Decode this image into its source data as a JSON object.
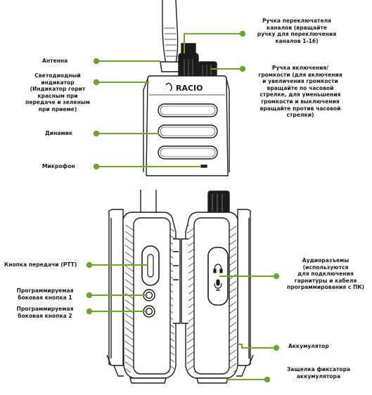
{
  "labels": {
    "antenna": "Антенна",
    "led": [
      "Светодиодный",
      "индикатор",
      "(Индикатор горит",
      "красным при",
      "передаче и зеленым",
      "при приеме)"
    ],
    "speaker": "Динамик",
    "microphone": "Микрофон",
    "channel_knob": [
      "Ручка переключателя",
      "каналов (вращайте",
      "ручку для переключения",
      "каналов 1-16)"
    ],
    "power_knob": [
      "Ручка включения/",
      "громкости (для включения",
      "и увеличения громкости",
      "вращайте по часовой",
      "стрелке, для уменьшения",
      "громкости и выключения",
      "вращайте против часовой",
      "стрелки)"
    ],
    "ptt": "Кнопка передачи (PTT)",
    "side_btn1": [
      "Программируемая",
      "боковая кнопка 1"
    ],
    "side_btn2": [
      "Программируемая",
      "боковая кнопка 2"
    ],
    "audio": [
      "Аудиоразъемы",
      "(используются",
      "для подключения",
      "гарнитуры и кабеля",
      "программирования с ПК)"
    ],
    "battery": "Аккумулятор",
    "latch": [
      "Защелка фиксатора",
      "аккумулятора"
    ]
  },
  "brand_logo": "RACIO",
  "colors": {
    "callout": "#6fa52f",
    "outline": "#1c1c1c",
    "body_fill": "#ffffff",
    "text": "#1a1a1a"
  },
  "icons": [
    "headphone-icon",
    "microphone-icon"
  ]
}
